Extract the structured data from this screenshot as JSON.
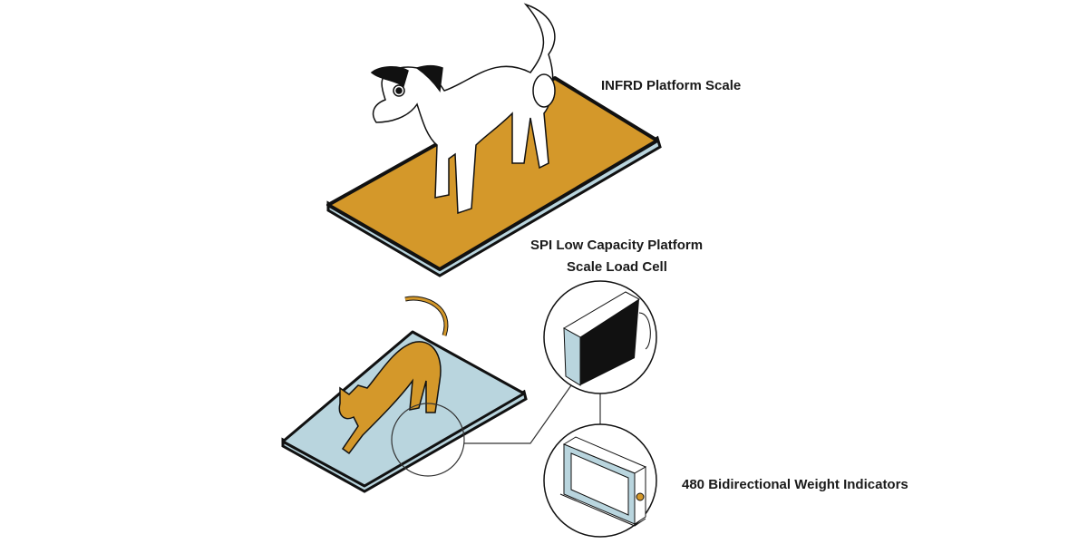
{
  "labels": {
    "infrd": "INFRD Platform Scale",
    "spi_line1": "SPI Low Capacity Platform",
    "spi_line2": "Scale Load Cell",
    "indicator": "480 Bidirectional Weight Indicators"
  },
  "colors": {
    "platform_orange": "#d4982a",
    "platform_blue": "#b9d5de",
    "cat": "#d4982a",
    "outline": "#111111"
  }
}
